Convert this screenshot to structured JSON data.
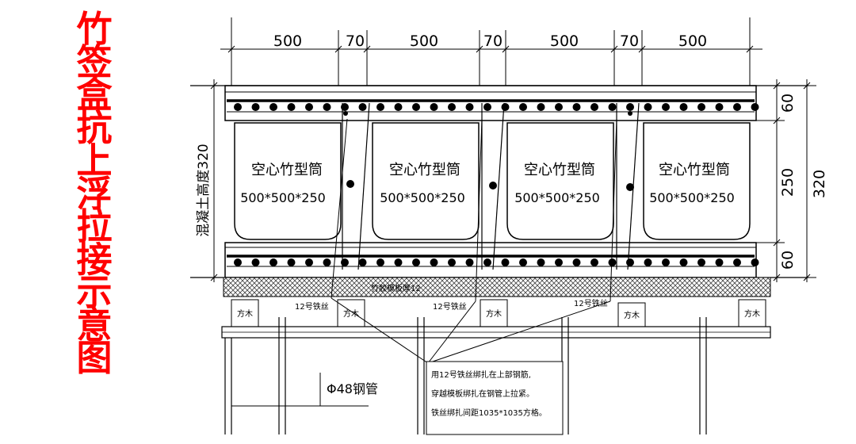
{
  "title": {
    "chars": [
      "竹",
      "签",
      "盒",
      "抗",
      "上",
      "浮",
      "拉",
      "接",
      "示",
      "意",
      "图"
    ],
    "color": "#ff0000"
  },
  "dims_top": [
    "500",
    "70",
    "500",
    "70",
    "500",
    "70",
    "500"
  ],
  "dims_right": {
    "top": "60",
    "middle": "250",
    "bottom": "60",
    "total": "320"
  },
  "left_label": "混凝土高度320",
  "boxes": [
    {
      "name": "空心竹型筒",
      "size": "500*500*250"
    },
    {
      "name": "空心竹型筒",
      "size": "500*500*250"
    },
    {
      "name": "空心竹型筒",
      "size": "500*500*250"
    },
    {
      "name": "空心竹型筒",
      "size": "500*500*250"
    }
  ],
  "formwork_label": "竹胶模板厚12",
  "wire_labels": [
    "12号铁丝",
    "12号铁丝",
    "12号铁丝"
  ],
  "batten_labels": [
    "方木",
    "方木",
    "方木",
    "方木",
    "方木"
  ],
  "pipe_label": "Φ48钢管",
  "note_lines": [
    "用12号铁丝绑扎在上部钢筋,",
    "穿越模板绑扎在钢管上拉紧。",
    "铁丝绑扎间距1035*1035方格。"
  ],
  "icons": {
    "rebar": "circle-dot",
    "dimension": "tick-line"
  }
}
